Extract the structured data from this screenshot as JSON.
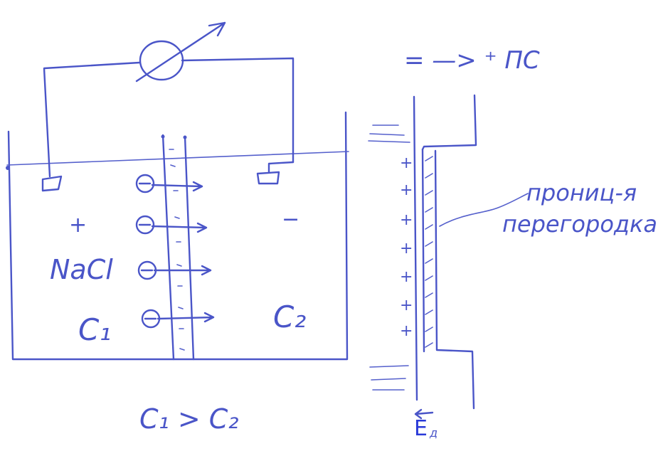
{
  "left_cell": {
    "plus_sign": "+",
    "minus_sign": "−",
    "electrolyte": "NaCl",
    "conc_left": "C₁",
    "conc_right": "C₂",
    "anion_symbol": "⊖",
    "relation": "C₁ > C₂"
  },
  "right_sketch": {
    "top_label": "= —> ⁺ ПС",
    "partition_label_line1": "прониц-я",
    "partition_label_line2": "перегородка",
    "bottom_label": "E",
    "bottom_subscript": "д",
    "wall_charges": [
      "+",
      "+",
      "+",
      "+",
      "+",
      "+",
      "+"
    ]
  },
  "colors": {
    "ink": "#4a55c8",
    "background": "#ffffff"
  }
}
